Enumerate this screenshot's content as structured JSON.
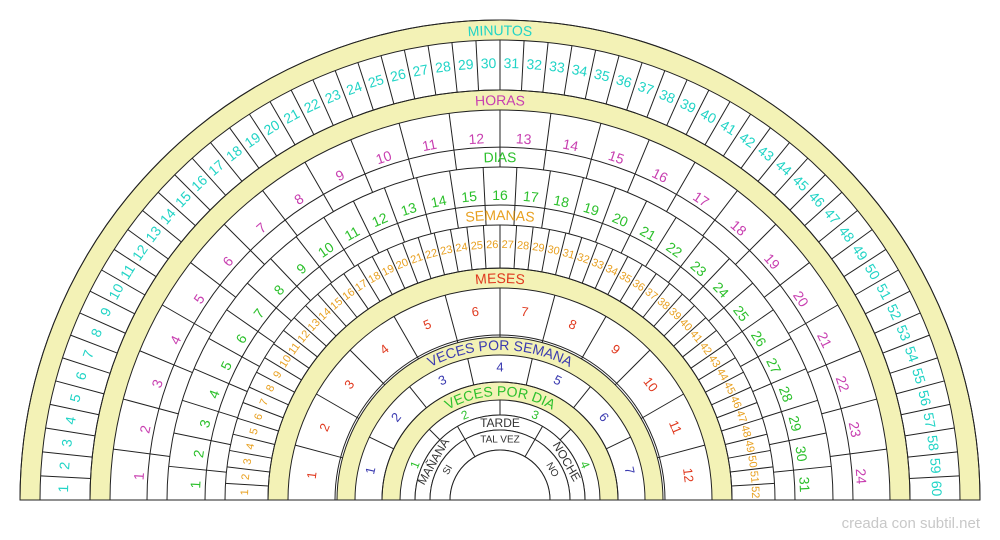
{
  "colors": {
    "band": "#f3f2b6",
    "stroke": "#222222",
    "minutos": "#21d4c6",
    "horas": "#c83fb0",
    "dias": "#2cc02c",
    "semanas": "#e8a020",
    "meses": "#e03a20",
    "veces_semana": "#3b3bb0",
    "veces_dia": "#2cc02c",
    "text_dark": "#333333"
  },
  "rings": [
    {
      "key": "minutos",
      "title": "MINUTOS",
      "labels": [
        "1",
        "2",
        "3",
        "4",
        "5",
        "6",
        "7",
        "8",
        "9",
        "10",
        "11",
        "12",
        "13",
        "14",
        "15",
        "16",
        "17",
        "18",
        "19",
        "20",
        "21",
        "22",
        "23",
        "24",
        "25",
        "26",
        "27",
        "28",
        "29",
        "30",
        "31",
        "32",
        "33",
        "34",
        "35",
        "36",
        "37",
        "38",
        "39",
        "40",
        "41",
        "42",
        "43",
        "44",
        "45",
        "46",
        "47",
        "48",
        "49",
        "50",
        "51",
        "52",
        "53",
        "54",
        "55",
        "56",
        "57",
        "58",
        "59",
        "60"
      ]
    },
    {
      "key": "horas",
      "title": "HORAS",
      "labels": [
        "1",
        "2",
        "3",
        "4",
        "5",
        "6",
        "7",
        "8",
        "9",
        "10",
        "11",
        "12",
        "13",
        "14",
        "15",
        "16",
        "17",
        "18",
        "19",
        "20",
        "21",
        "22",
        "23",
        "24"
      ]
    },
    {
      "key": "dias",
      "title": "DIAS",
      "labels": [
        "1",
        "2",
        "3",
        "4",
        "5",
        "6",
        "7",
        "8",
        "9",
        "10",
        "11",
        "12",
        "13",
        "14",
        "15",
        "16",
        "17",
        "18",
        "19",
        "20",
        "21",
        "22",
        "23",
        "24",
        "25",
        "26",
        "27",
        "28",
        "29",
        "30",
        "31"
      ]
    },
    {
      "key": "semanas",
      "title": "SEMANAS",
      "labels": [
        "1",
        "2",
        "3",
        "4",
        "5",
        "6",
        "7",
        "8",
        "9",
        "10",
        "11",
        "12",
        "13",
        "14",
        "15",
        "16",
        "17",
        "18",
        "19",
        "20",
        "21",
        "22",
        "23",
        "24",
        "25",
        "26",
        "27",
        "28",
        "29",
        "30",
        "31",
        "32",
        "33",
        "34",
        "35",
        "36",
        "37",
        "38",
        "39",
        "40",
        "41",
        "42",
        "43",
        "44",
        "45",
        "46",
        "47",
        "48",
        "49",
        "50",
        "51",
        "52"
      ]
    },
    {
      "key": "meses",
      "title": "MESES",
      "labels": [
        "1",
        "2",
        "3",
        "4",
        "5",
        "6",
        "7",
        "8",
        "9",
        "10",
        "11",
        "12"
      ]
    },
    {
      "key": "veces_semana",
      "title": "VECES POR SEMANA",
      "labels": [
        "1",
        "2",
        "3",
        "4",
        "5",
        "6",
        "7"
      ]
    },
    {
      "key": "veces_dia",
      "title": "VECES POR DIA",
      "labels": [
        "1",
        "2",
        "3",
        "4"
      ]
    },
    {
      "key": "momento",
      "title": "",
      "labels": [
        "MAÑANA",
        "TARDE",
        "NOCHE"
      ]
    },
    {
      "key": "respuesta",
      "title": "",
      "labels": [
        "SI",
        "TAL VEZ",
        "NO"
      ]
    }
  ],
  "footer": {
    "credit": "creada con subtil.net"
  }
}
